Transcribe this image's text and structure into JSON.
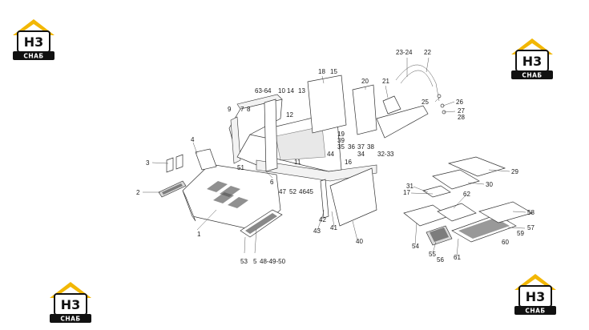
{
  "logo": {
    "mark": "H3",
    "text": "СНАБ",
    "colors": {
      "roof": "#f2b705",
      "plate": "#111111",
      "mark": "#f2b705"
    }
  },
  "callouts": [
    {
      "id": "c1",
      "text": "1"
    },
    {
      "id": "c2",
      "text": "2"
    },
    {
      "id": "c3",
      "text": "3"
    },
    {
      "id": "c4",
      "text": "4"
    },
    {
      "id": "c5",
      "text": "5"
    },
    {
      "id": "c6",
      "text": "6"
    },
    {
      "id": "c7",
      "text": "7"
    },
    {
      "id": "c8",
      "text": "8"
    },
    {
      "id": "c9",
      "text": "9"
    },
    {
      "id": "c10",
      "text": "10"
    },
    {
      "id": "c11",
      "text": "11"
    },
    {
      "id": "c12",
      "text": "12"
    },
    {
      "id": "c13",
      "text": "13"
    },
    {
      "id": "c14",
      "text": "14"
    },
    {
      "id": "c15",
      "text": "15"
    },
    {
      "id": "c16",
      "text": "16"
    },
    {
      "id": "c17",
      "text": "17"
    },
    {
      "id": "c18",
      "text": "18"
    },
    {
      "id": "c19",
      "text": "19"
    },
    {
      "id": "c20",
      "text": "20"
    },
    {
      "id": "c21",
      "text": "21"
    },
    {
      "id": "c22",
      "text": "22"
    },
    {
      "id": "c23",
      "text": "23-24"
    },
    {
      "id": "c25",
      "text": "25"
    },
    {
      "id": "c26",
      "text": "26"
    },
    {
      "id": "c27",
      "text": "27"
    },
    {
      "id": "c28",
      "text": "28"
    },
    {
      "id": "c29",
      "text": "29"
    },
    {
      "id": "c30",
      "text": "30"
    },
    {
      "id": "c31",
      "text": "31"
    },
    {
      "id": "c32",
      "text": "32-33"
    },
    {
      "id": "c34",
      "text": "34"
    },
    {
      "id": "c35",
      "text": "35"
    },
    {
      "id": "c36",
      "text": "36"
    },
    {
      "id": "c37",
      "text": "37"
    },
    {
      "id": "c38",
      "text": "38"
    },
    {
      "id": "c39",
      "text": "39"
    },
    {
      "id": "c40",
      "text": "40"
    },
    {
      "id": "c41",
      "text": "41"
    },
    {
      "id": "c42",
      "text": "42"
    },
    {
      "id": "c43",
      "text": "43"
    },
    {
      "id": "c44",
      "text": "44"
    },
    {
      "id": "c45",
      "text": "45"
    },
    {
      "id": "c46",
      "text": "46"
    },
    {
      "id": "c47",
      "text": "47"
    },
    {
      "id": "c48",
      "text": "48-49-50"
    },
    {
      "id": "c51",
      "text": "51"
    },
    {
      "id": "c52",
      "text": "52"
    },
    {
      "id": "c53",
      "text": "53"
    },
    {
      "id": "c54",
      "text": "54"
    },
    {
      "id": "c55",
      "text": "55"
    },
    {
      "id": "c56",
      "text": "56"
    },
    {
      "id": "c57",
      "text": "57"
    },
    {
      "id": "c58",
      "text": "58"
    },
    {
      "id": "c59",
      "text": "59"
    },
    {
      "id": "c60",
      "text": "60"
    },
    {
      "id": "c61",
      "text": "61"
    },
    {
      "id": "c62",
      "text": "62"
    },
    {
      "id": "c63",
      "text": "63-64"
    }
  ]
}
